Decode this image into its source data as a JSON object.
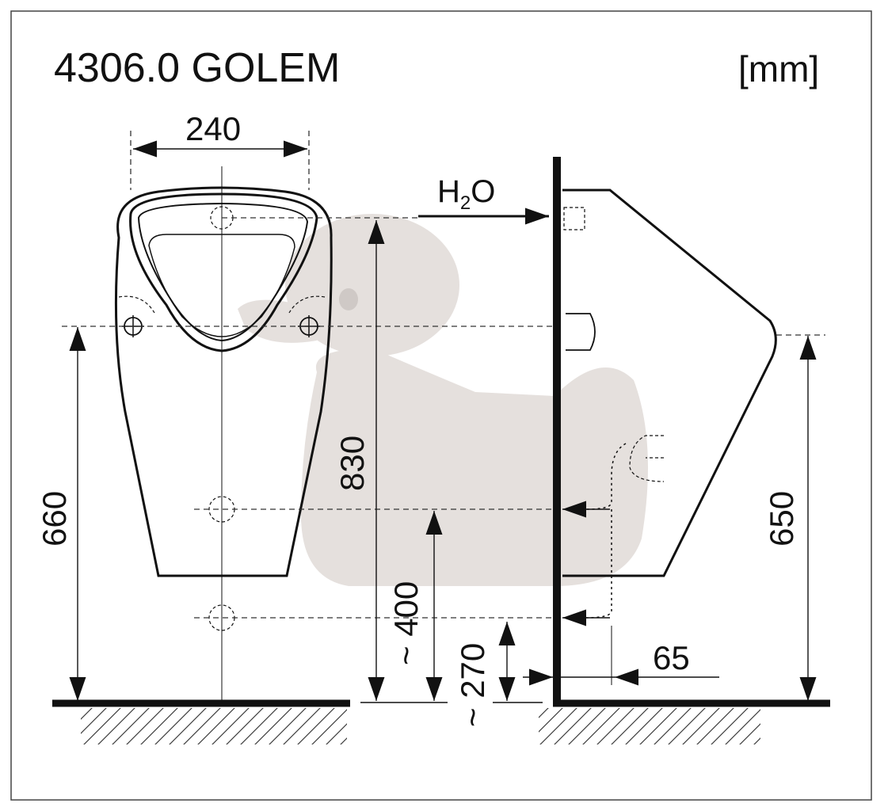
{
  "title": "4306.0 GOLEM",
  "unit": "[mm]",
  "water_inlet": {
    "label_main": "H",
    "label_sub": "2",
    "label_end": "O"
  },
  "dimensions": {
    "width_top": "240",
    "height_mount_left": "660",
    "height_inlet": "830",
    "height_outlet": "~ 400",
    "height_outlet_low": "~ 270",
    "height_rim": "650",
    "wall_offset": "65"
  },
  "colors": {
    "line": "#111111",
    "watermark": "#e5e0dd"
  }
}
